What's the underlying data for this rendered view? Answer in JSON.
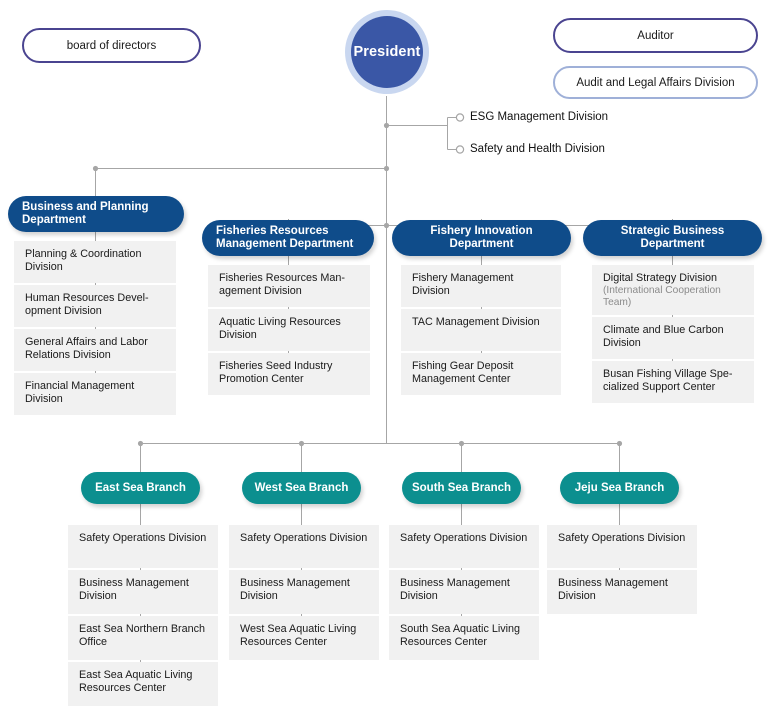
{
  "root": {
    "president": "President",
    "board_of_directors": "board of directors",
    "auditor": "Auditor",
    "audit_division": "Audit and Legal Affairs Division"
  },
  "president_staff": [
    {
      "label": "ESG Management Division"
    },
    {
      "label": "Safety and Health Division"
    }
  ],
  "colors": {
    "president_fill": "#3a57a6",
    "president_ring": "#c9d7f0",
    "department_fill": "#0f4c8a",
    "branch_fill": "#0c8f8f",
    "subbox_fill": "#f1f1f1",
    "connector": "#a6a6a6",
    "auditor_border": "#4a4490",
    "audit_division_border": "#9fb0d8"
  },
  "departments": [
    {
      "name": "Business and Planning Department",
      "children": [
        {
          "label": "Planning & Coordination Division"
        },
        {
          "label": "Human Resources Devel-opment Division"
        },
        {
          "label": "General Affairs and Labor Relations Division"
        },
        {
          "label": "Financial Management Division"
        }
      ]
    },
    {
      "name": "Fisheries Resources Management Department",
      "children": [
        {
          "label": "Fisheries Resources Man-agement Division"
        },
        {
          "label": "Aquatic Living Resources Division"
        },
        {
          "label": "Fisheries Seed Industry Promotion Center"
        }
      ]
    },
    {
      "name": "Fishery Innovation Department",
      "children": [
        {
          "label": "Fishery Management Division"
        },
        {
          "label": "TAC Management Division"
        },
        {
          "label": "Fishing Gear Deposit Management Center"
        }
      ]
    },
    {
      "name": "Strategic Business Department",
      "children": [
        {
          "label": "Digital Strategy Division",
          "note": "(International Cooperation Team)"
        },
        {
          "label": "Climate and Blue Carbon Division"
        },
        {
          "label": "Busan Fishing Village Spe-cialized Support Center"
        }
      ]
    }
  ],
  "branches": [
    {
      "name": "East Sea Branch",
      "children": [
        {
          "label": "Safety Operations Division"
        },
        {
          "label": "Business Management Division"
        },
        {
          "label": "East Sea Northern Branch Office"
        },
        {
          "label": "East Sea Aquatic Living Resources Center"
        }
      ]
    },
    {
      "name": "West Sea Branch",
      "children": [
        {
          "label": "Safety Operations Division"
        },
        {
          "label": "Business Management Division"
        },
        {
          "label": "West Sea Aquatic Living Resources Center"
        }
      ]
    },
    {
      "name": "South Sea Branch",
      "children": [
        {
          "label": "Safety Operations Division"
        },
        {
          "label": "Business Management Division"
        },
        {
          "label": "South Sea Aquatic Living Resources Center"
        }
      ]
    },
    {
      "name": "Jeju Sea Branch",
      "children": [
        {
          "label": "Safety Operations Division"
        },
        {
          "label": "Business Management Division"
        }
      ]
    }
  ]
}
